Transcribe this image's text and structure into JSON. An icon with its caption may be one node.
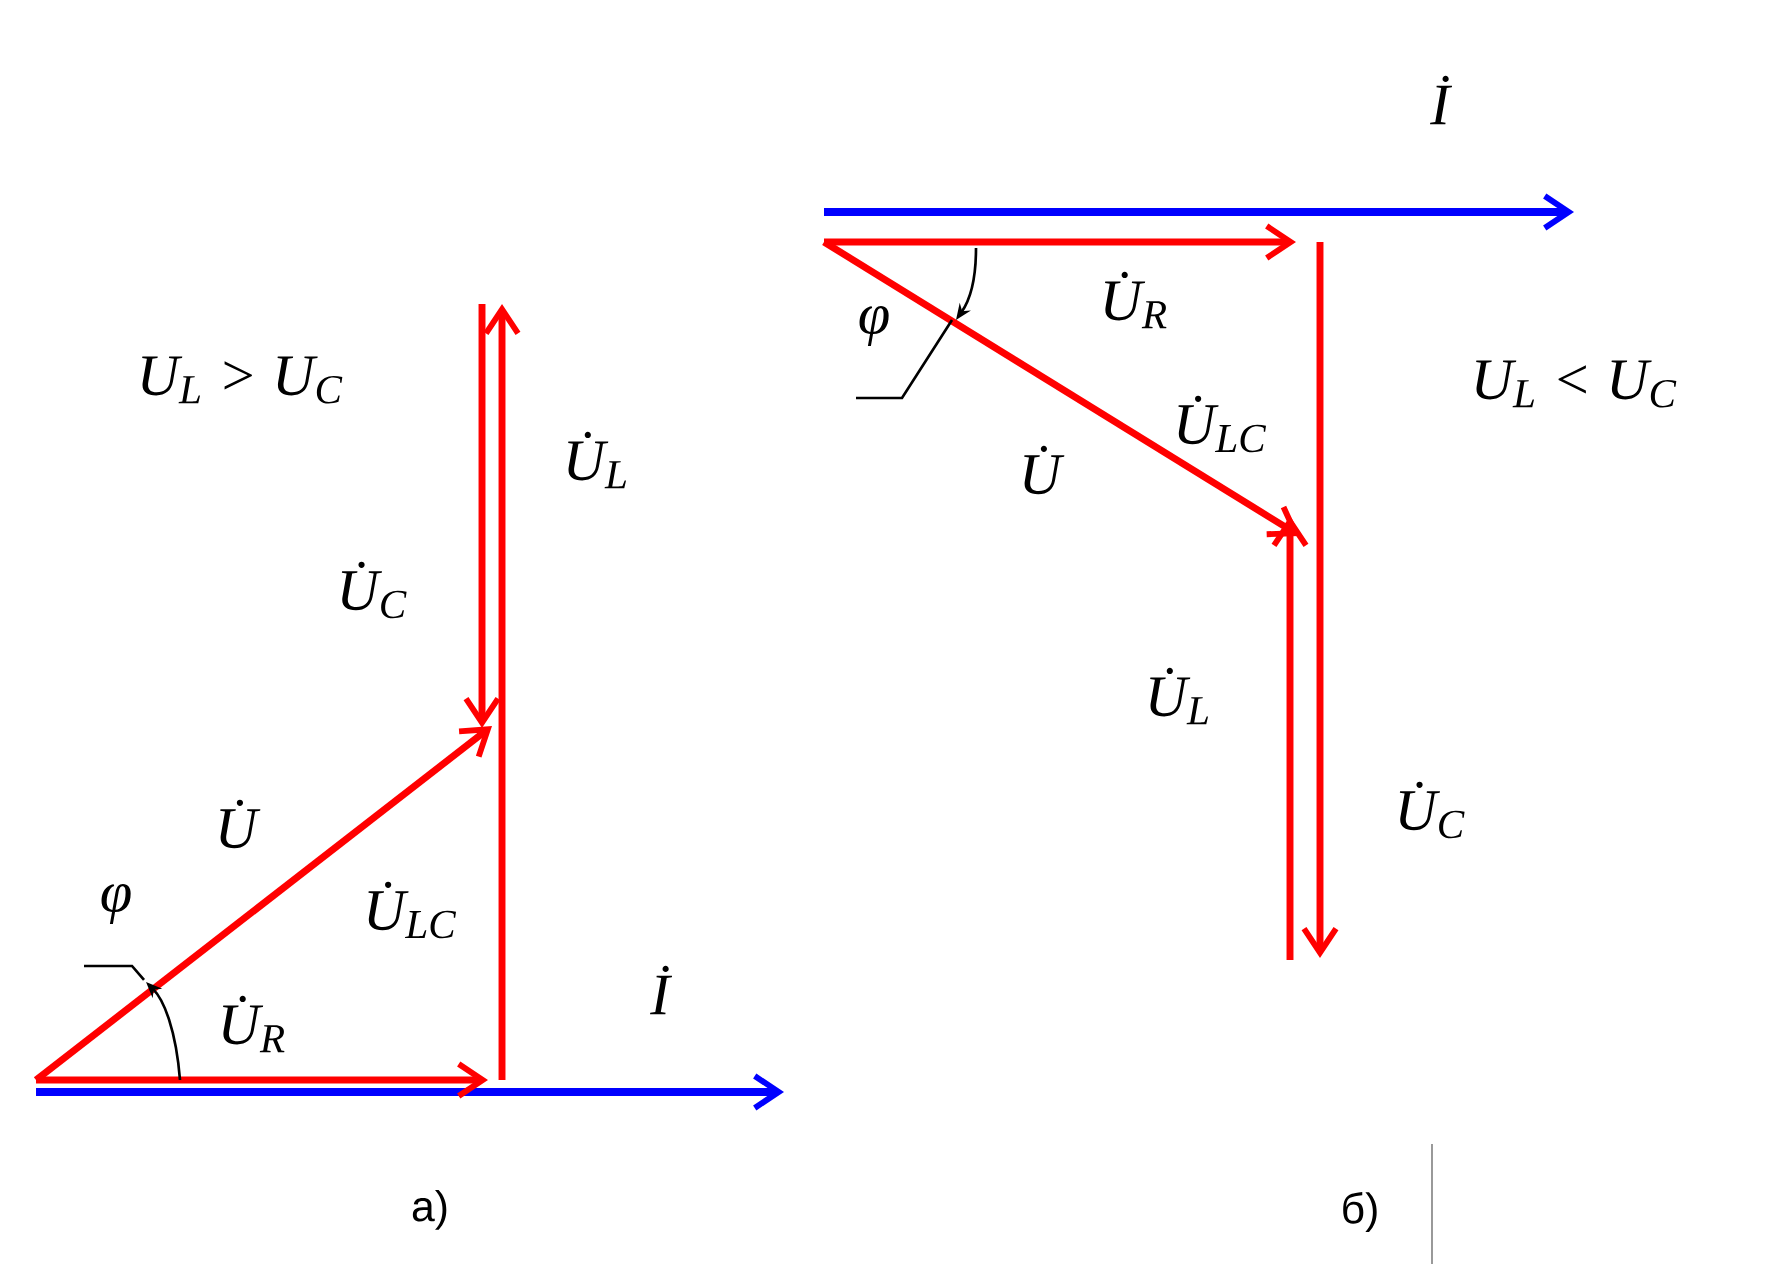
{
  "diagram": {
    "labels": [
      "U$_{L}$ > U$_{C}$",
      "U̇$_{L}$",
      "U̇$_{C}$",
      "U̇",
      "φ",
      "U̇$_{LC}$",
      "İ",
      "U̇$_{R}$",
      "а)",
      "İ",
      "U̇$_{R}$",
      "φ",
      "U$_{L}$ < U$_{C}$",
      "U̇$_{LC}$",
      "U̇",
      "U̇$_{L}$",
      "U̇$_{C}$",
      "б)"
    ]
  }
}
